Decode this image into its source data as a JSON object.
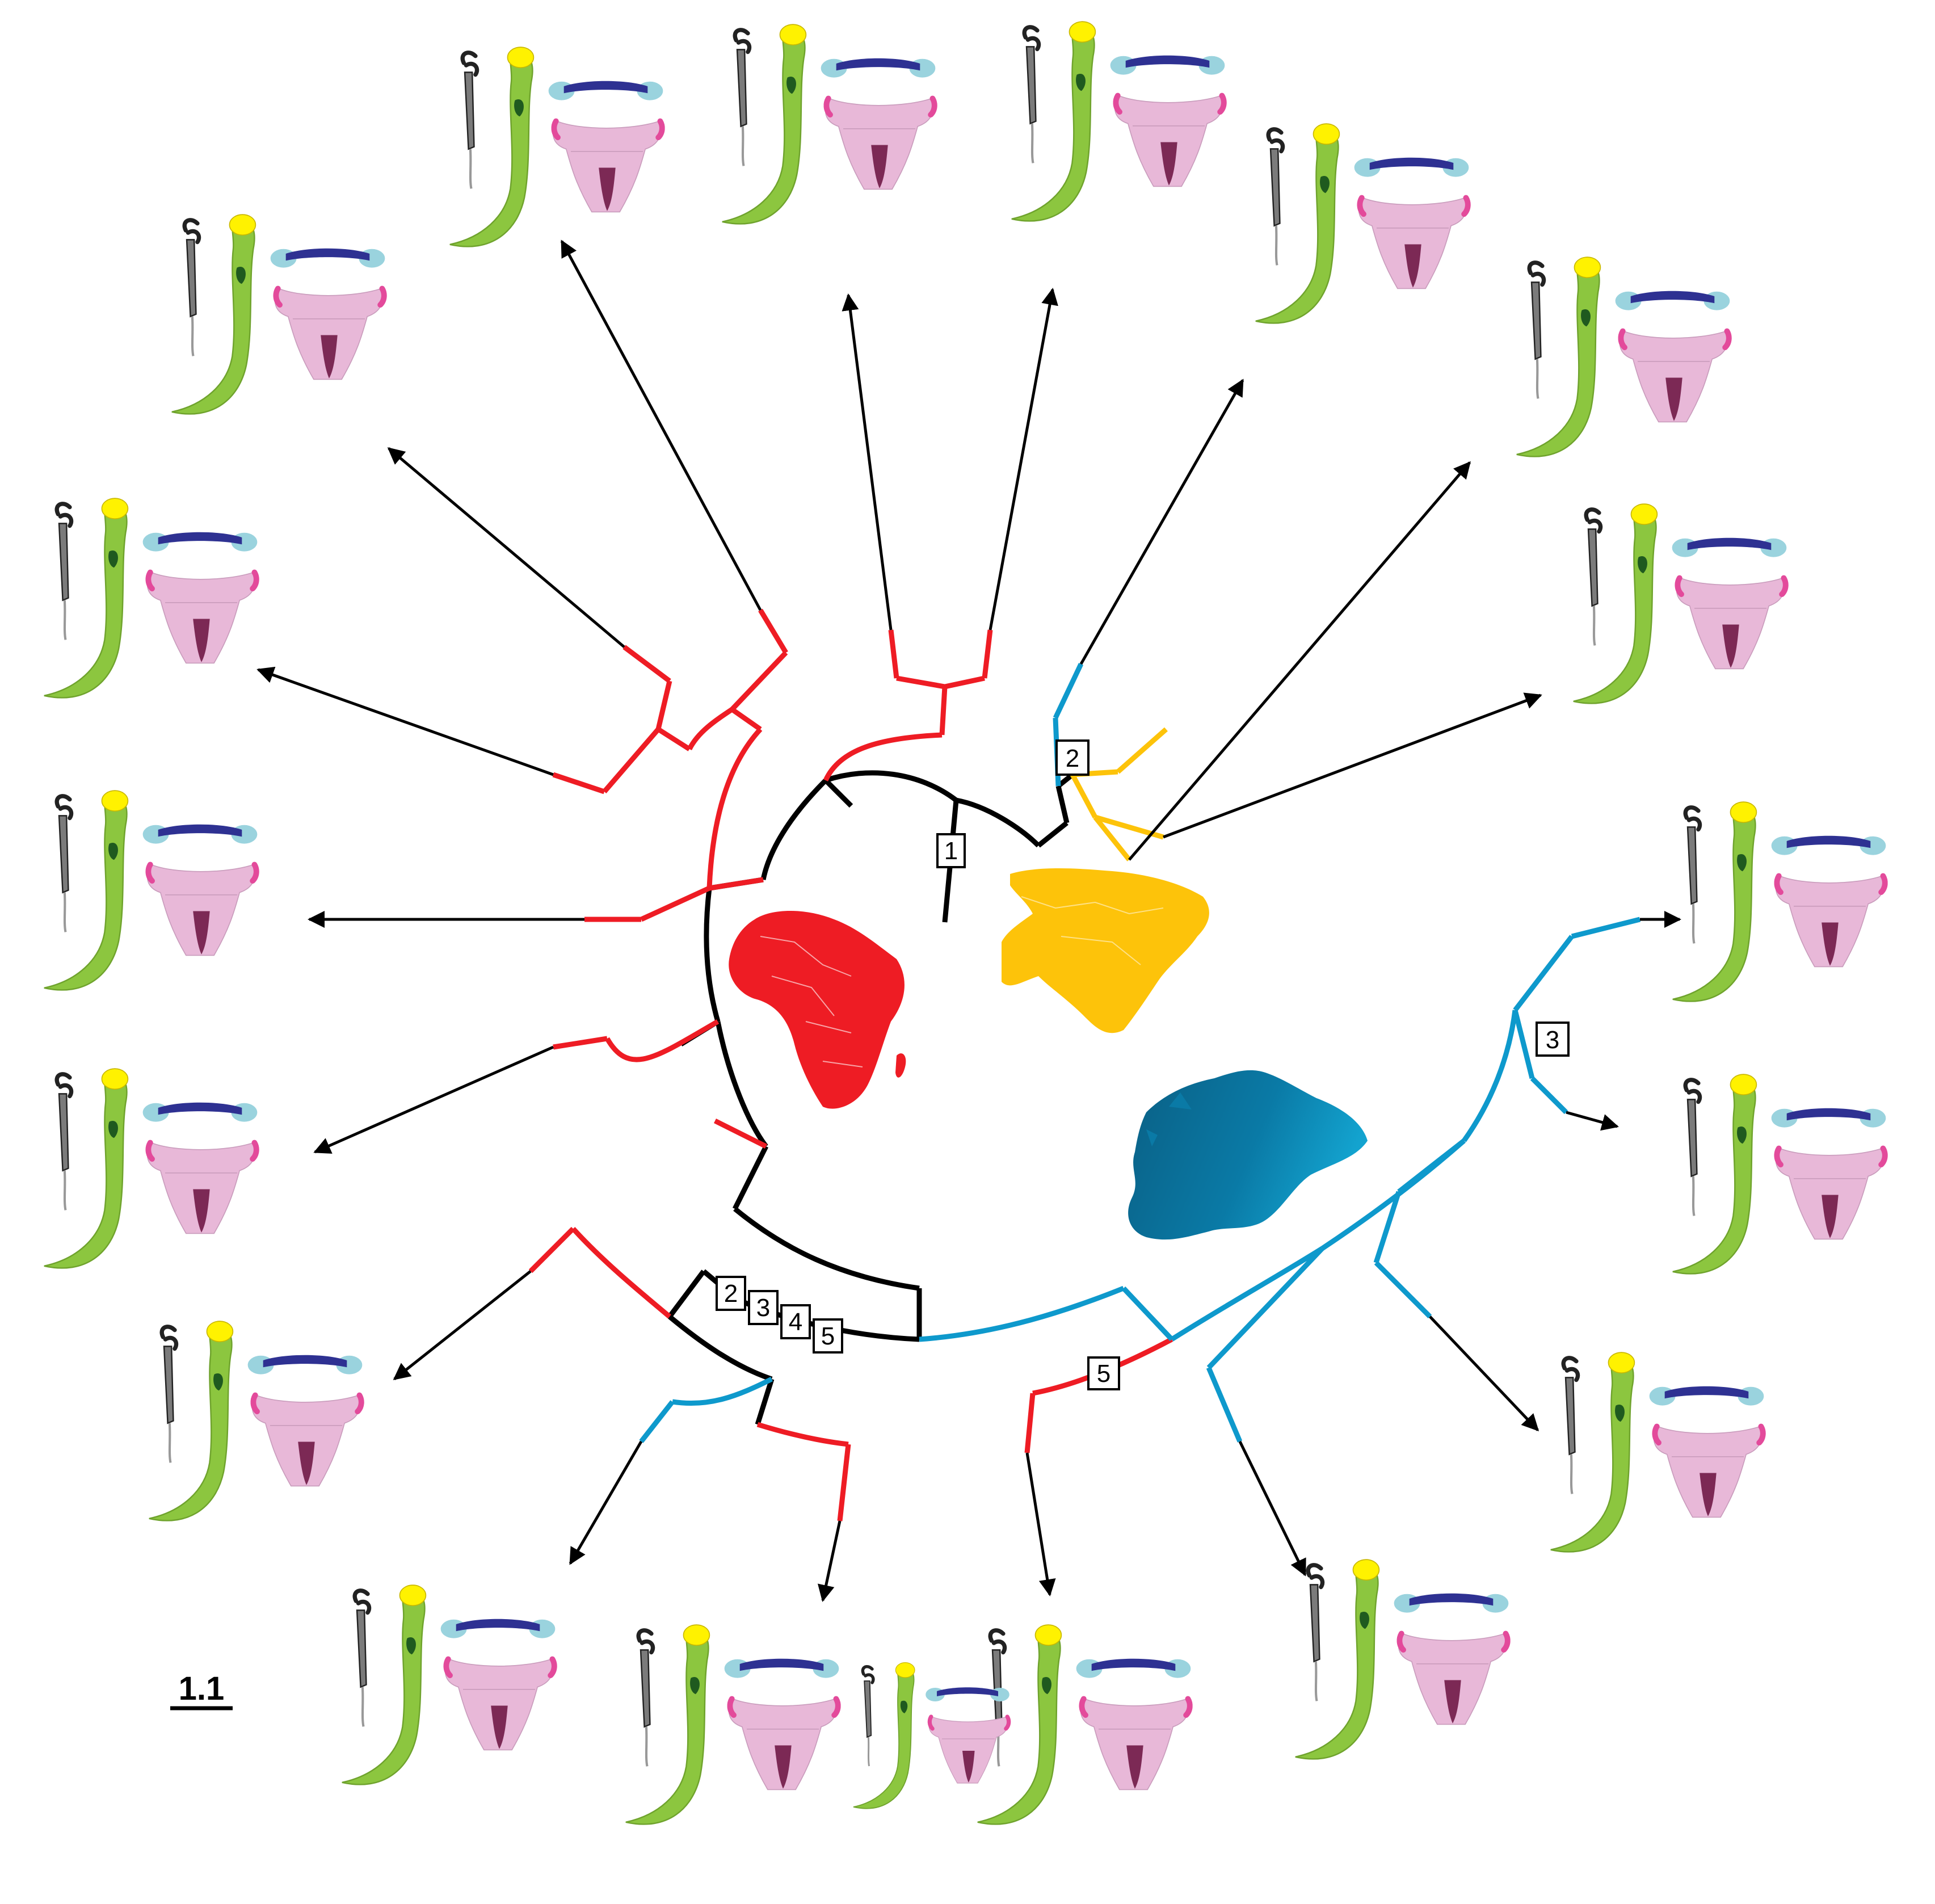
{
  "scale_bar": {
    "label": "1.1"
  },
  "colors": {
    "africa": "#ee1c24",
    "middle_east": "#fdc30a",
    "europe": "#0e99cc",
    "ancestral": "#000000",
    "aedeagus": "#8cc63f",
    "apex": "#fff200",
    "paramere": "#7b7b7b",
    "sclerite": "#2e3192",
    "sclerite_end": "#9ad3de",
    "vesica_light": "#e8b8d8",
    "vesica_pink": "#e34a9b",
    "vesica_dark": "#7c2955"
  },
  "regions": [
    "africa",
    "middle_east",
    "europe"
  ],
  "character_states": {
    "node_root": [
      "1"
    ],
    "node_middle_east": [
      "2"
    ],
    "node_european_clade": [
      "3"
    ],
    "node_african_internal": [
      "2",
      "3",
      "4",
      "5"
    ],
    "node_red_in_europe": [
      "5"
    ]
  },
  "taxa_count": 19,
  "icons": [
    "genitalia-illustration-icon",
    "africa-map-icon",
    "middle-east-map-icon",
    "europe-map-icon",
    "arrow-icon"
  ]
}
